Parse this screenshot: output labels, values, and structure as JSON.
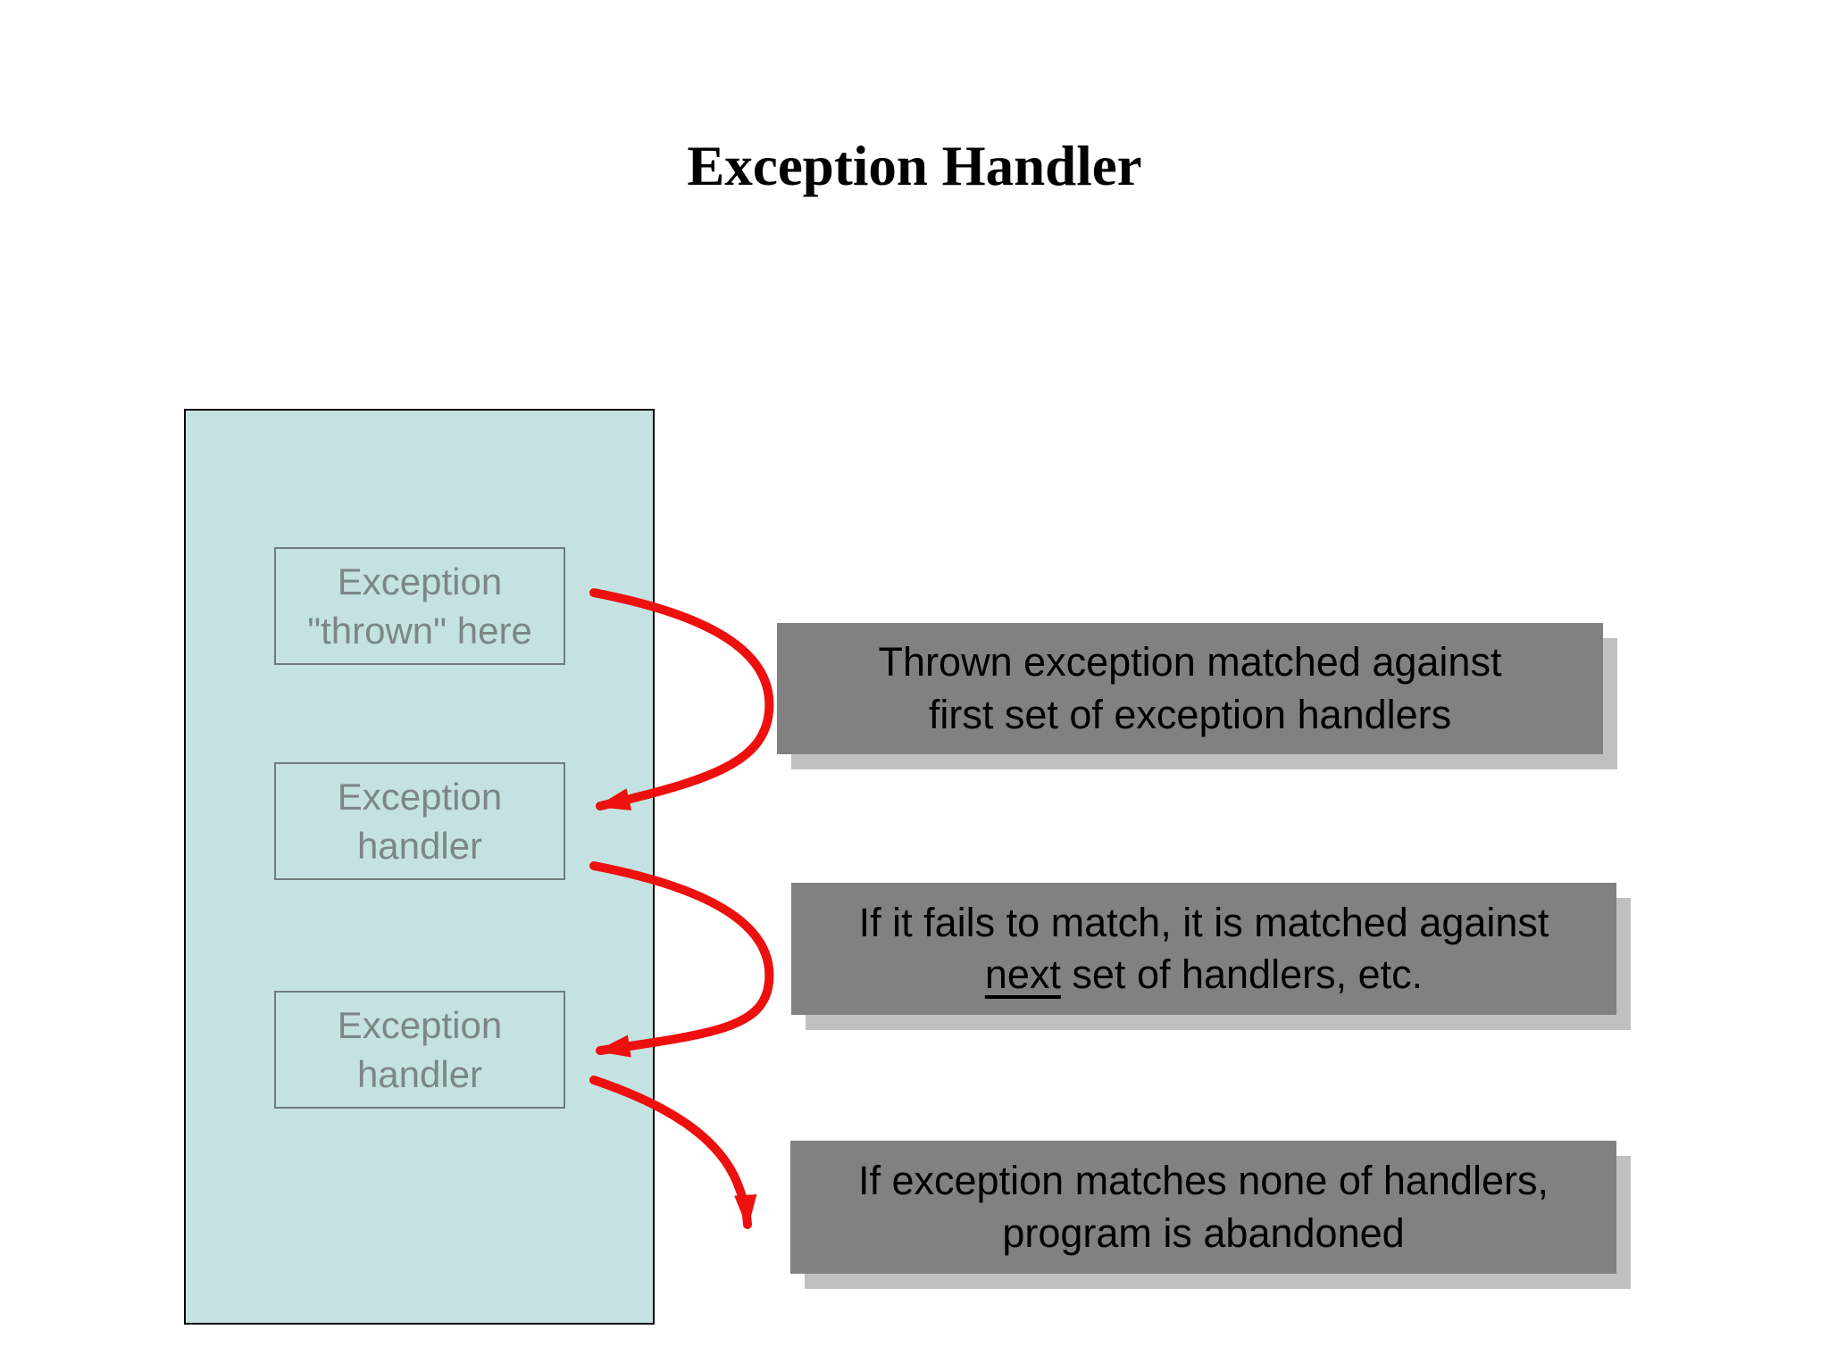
{
  "title": "Exception Handler",
  "colors": {
    "accent_red": "#ee0f0f",
    "stack_fill": "#c5e2e2",
    "stack_border": "#000000",
    "inner_box_border": "#6e7d7d",
    "inner_box_text": "#7b8787",
    "callout_fill": "#818181",
    "callout_shadow": "#c0c0c0",
    "callout_text": "#000000"
  },
  "stack": {
    "boxes": [
      {
        "line1": "Exception",
        "line2": "\"thrown\" here"
      },
      {
        "line1": "Exception",
        "line2": "handler"
      },
      {
        "line1": "Exception",
        "line2": "handler"
      }
    ]
  },
  "callouts": [
    {
      "line1": "Thrown exception matched against",
      "line2": "first set of exception handlers"
    },
    {
      "line1": "If it fails to match, it is matched against",
      "line2_underlined": "next",
      "line2_rest": " set of handlers, etc."
    },
    {
      "line1": "If exception matches none of handlers,",
      "line2": "program is abandoned"
    }
  ]
}
